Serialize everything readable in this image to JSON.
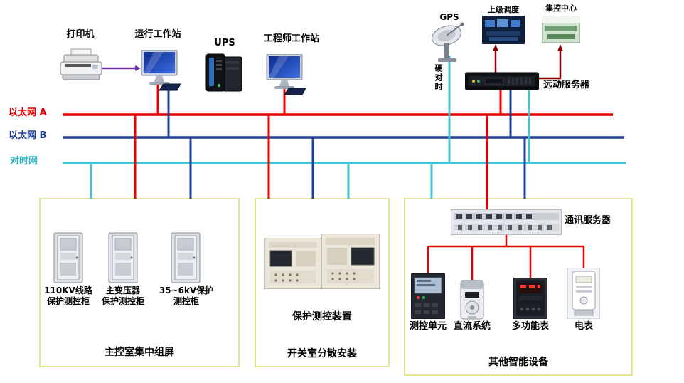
{
  "buses": {
    "ethernet_a": {
      "label": "以太网 A",
      "color": "#e60000"
    },
    "ethernet_b": {
      "label": "以太网 B",
      "color": "#1e3f99"
    },
    "time_sync": {
      "label": "对时网",
      "color": "#45c3d6"
    }
  },
  "top": {
    "printer": {
      "label": "打印机"
    },
    "operator_ws": {
      "label": "运行工作站"
    },
    "ups": {
      "label": "UPS"
    },
    "engineer_ws": {
      "label": "工程师工作站"
    },
    "gps": {
      "label": "GPS"
    },
    "dispatch": {
      "label": "上级调度"
    },
    "control_center": {
      "label": "集控中心"
    },
    "telecontrol_server": {
      "label": "远动服务器"
    },
    "hard_time_sync": {
      "label": "硬对时"
    },
    "printer_link_color": "#7030a0",
    "uplink_color": "#8b0000"
  },
  "zones": {
    "main_control_room": {
      "title": "主控室集中组屏",
      "cabinets": [
        {
          "line1": "110KV线路",
          "line2": "保护测控柜"
        },
        {
          "line1": "主变压器",
          "line2": "保护测控柜"
        },
        {
          "line1": "35~6kV保护",
          "line2": "测控柜"
        }
      ]
    },
    "switch_room": {
      "title": "开关室分散安装",
      "device_label": "保护测控装置"
    },
    "smart_devices": {
      "title": "其他智能设备",
      "comm_server": {
        "label": "通讯服务器"
      },
      "devices": [
        {
          "label": "测控单元"
        },
        {
          "label": "直流系统"
        },
        {
          "label": "多功能表"
        },
        {
          "label": "电表"
        }
      ]
    }
  },
  "icons": {
    "printer": "printer-icon",
    "workstation": "monitor-icon",
    "ups": "ups-tower-icon",
    "gps": "satellite-dish-icon",
    "dispatch_photo": "control-room-photo",
    "control_center_photo": "control-center-photo",
    "telecontrol_server": "rack-server-icon",
    "protection_cabinet": "cabinet-icon",
    "protection_device": "protection-relay-icon",
    "comm_server": "comm-rack-icon",
    "measure_unit": "measure-control-unit-icon",
    "dc_system": "dc-meter-icon",
    "multifunction_meter": "multifunction-meter-icon",
    "energy_meter": "energy-meter-icon"
  }
}
